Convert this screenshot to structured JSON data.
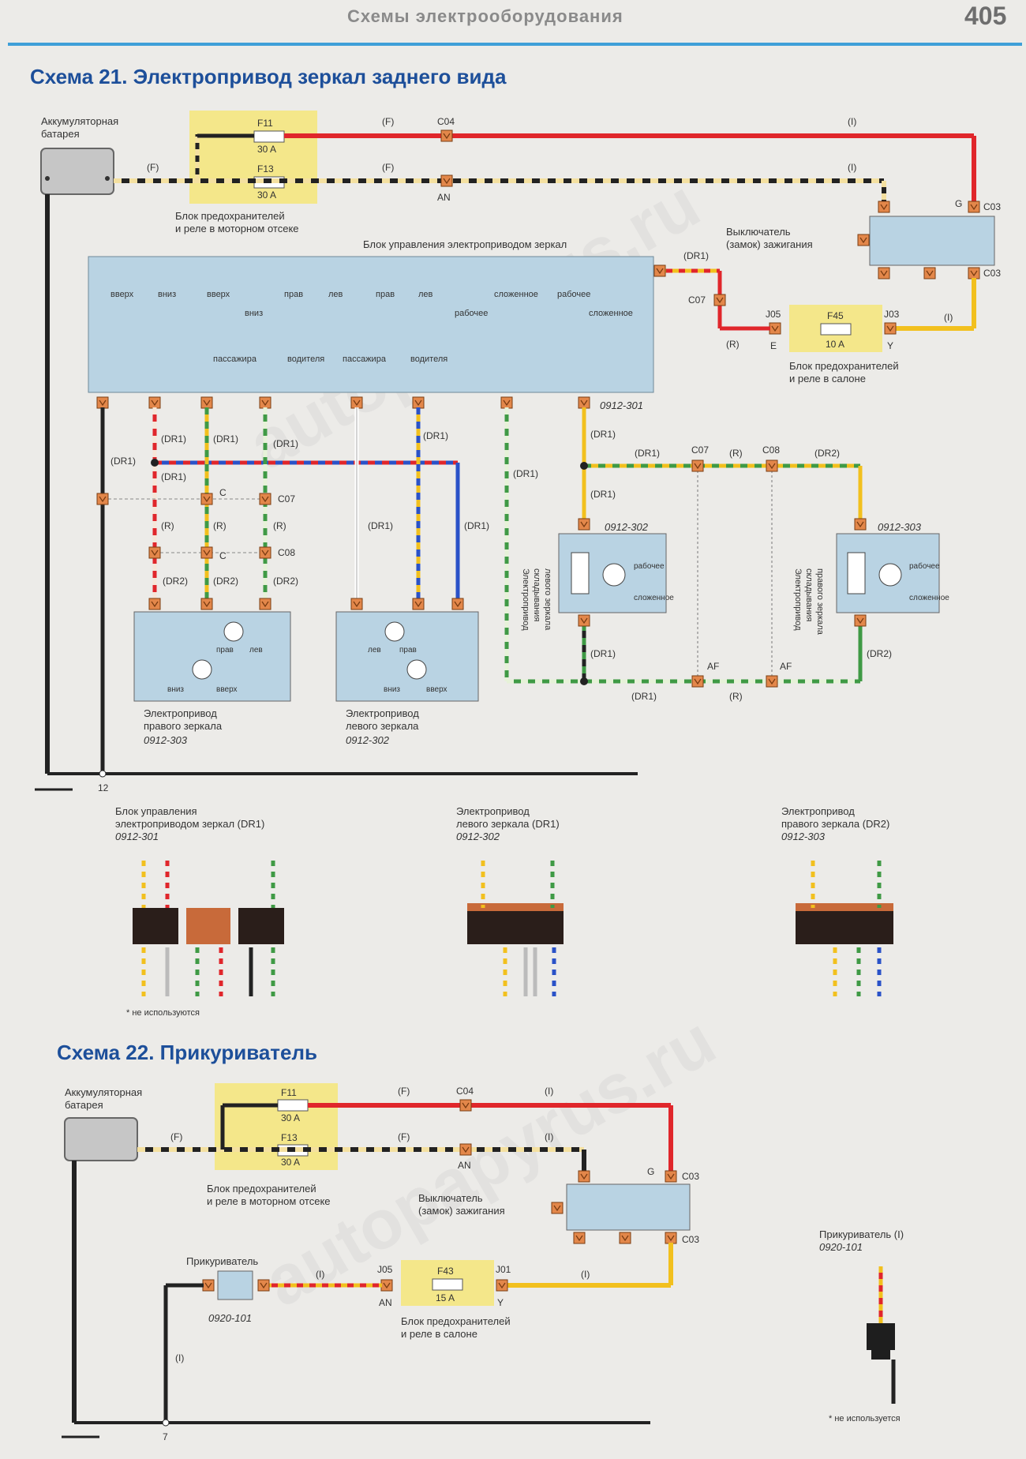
{
  "header": {
    "title": "Схемы электрооборудования",
    "page_number": "405"
  },
  "watermark": "autopapyrus.ru",
  "scheme21": {
    "title": "Схема 21. Электропривод зеркал заднего вида",
    "battery_l1": "Аккумуляторная",
    "battery_l2": "батарея",
    "fuse_f11": "F11",
    "fuse_f11_rating": "30 A",
    "fuse_f13": "F13",
    "fuse_f13_rating": "30 A",
    "engine_box_l1": "Блок предохранителей",
    "engine_box_l2": "и реле в моторном отсеке",
    "wire_F": "(F)",
    "wire_I": "(I)",
    "wire_R": "(R)",
    "wire_DR1": "(DR1)",
    "wire_DR2": "(DR2)",
    "conn_c04": "C04",
    "conn_an": "AN",
    "conn_g": "G",
    "conn_c03": "C03",
    "conn_c07": "C07",
    "conn_c08": "C08",
    "conn_c": "C",
    "conn_j05": "J05",
    "conn_j03": "J03",
    "conn_e": "E",
    "conn_y": "Y",
    "conn_af": "AF",
    "ignition_l1": "Выключатель",
    "ignition_l2": "(замок) зажигания",
    "fuse_f45": "F45",
    "fuse_f45_rating": "10 A",
    "cabin_box_l1": "Блок предохранителей",
    "cabin_box_l2": "и реле в салоне",
    "control_unit_title": "Блок управления электроприводом зеркал",
    "sw_up": "вверх",
    "sw_down": "вниз",
    "sw_right": "прав",
    "sw_left": "лев",
    "sw_work": "рабочее",
    "sw_folded": "сложенное",
    "sw_passenger": "пассажира",
    "sw_driver": "водителя",
    "id_301": "0912-301",
    "id_302": "0912-302",
    "id_303": "0912-303",
    "fold_left_l1": "Электропривод",
    "fold_left_l2": "складывания",
    "fold_left_l3": "левого зеркала",
    "fold_right_l1": "Электропривод",
    "fold_right_l2": "складывания",
    "fold_right_l3": "правого зеркала",
    "right_mirror_l1": "Электропривод",
    "right_mirror_l2": "правого зеркала",
    "left_mirror_l1": "Электропривод",
    "left_mirror_l2": "левого зеркала",
    "ground_12": "12",
    "conn_view_1_l1": "Блок управления",
    "conn_view_1_l2": "электроприводом зеркал (DR1)",
    "conn_view_2_l1": "Электропривод",
    "conn_view_2_l2": "левого зеркала (DR1)",
    "conn_view_3_l1": "Электропривод",
    "conn_view_3_l2": "правого зеркала (DR2)",
    "not_used": "* не используются"
  },
  "scheme22": {
    "title": "Схема 22. Прикуриватель",
    "battery_l1": "Аккумуляторная",
    "battery_l2": "батарея",
    "fuse_f11": "F11",
    "fuse_f11_rating": "30 A",
    "fuse_f13": "F13",
    "fuse_f13_rating": "30 A",
    "engine_box_l1": "Блок предохранителей",
    "engine_box_l2": "и реле в моторном отсеке",
    "ignition_l1": "Выключатель",
    "ignition_l2": "(замок) зажигания",
    "lighter": "Прикуриватель",
    "lighter_id": "0920-101",
    "fuse_f43": "F43",
    "fuse_f43_rating": "15 A",
    "cabin_box_l1": "Блок предохранителей",
    "cabin_box_l2": "и реле в салоне",
    "conn_j05": "J05",
    "conn_j01": "J01",
    "conn_an": "AN",
    "conn_y": "Y",
    "ground_7": "7",
    "lighter_conn_label": "Прикуриватель (I)",
    "not_used": "* не используется"
  },
  "colors": {
    "accent": "#3f9fd8",
    "title": "#1d4f9a",
    "wire_red": "#e0262b",
    "wire_yellow": "#f2c01e",
    "wire_green": "#3f9a45",
    "wire_blue": "#2a52c8",
    "fuse_block": "#f4e78a",
    "module": "#b9d3e3",
    "connector": "#e3874a"
  }
}
